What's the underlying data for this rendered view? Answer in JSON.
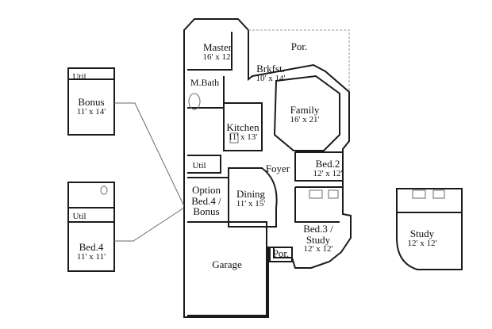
{
  "rooms": {
    "master": {
      "name": "Master",
      "dims": "16' x 12'"
    },
    "porch_top": {
      "name": "Por."
    },
    "brkfst": {
      "name": "Brkfst.",
      "dims": "10' x 14'"
    },
    "mbath": {
      "name": "M.Bath"
    },
    "family": {
      "name": "Family",
      "dims": "16' x 21'"
    },
    "kitchen": {
      "name": "Kitchen",
      "dims": "11' x 13'"
    },
    "util_main": {
      "name": "Util"
    },
    "foyer": {
      "name": "Foyer"
    },
    "bed2": {
      "name": "Bed.2",
      "dims": "12' x 12'"
    },
    "option": {
      "line1": "Option",
      "line2": "Bed.4 /",
      "line3": "Bonus"
    },
    "dining": {
      "name": "Dining",
      "dims": "11' x 15'"
    },
    "bed3": {
      "line1": "Bed.3 /",
      "line2": "Study",
      "dims": "12' x 12'"
    },
    "porch_front": {
      "name": "Por."
    },
    "garage": {
      "name": "Garage"
    },
    "bonus": {
      "name": "Bonus",
      "dims": "11' x 14'"
    },
    "util_bonus": {
      "name": "Util"
    },
    "util_bed4": {
      "name": "Util"
    },
    "bed4": {
      "name": "Bed.4",
      "dims": "11' x 11'"
    },
    "study": {
      "name": "Study",
      "dims": "12' x 12'"
    }
  },
  "colors": {
    "wall": "#1a1a1a",
    "thin": "#6a6a6a",
    "porch": "#9a9a9a",
    "background": "#ffffff"
  }
}
